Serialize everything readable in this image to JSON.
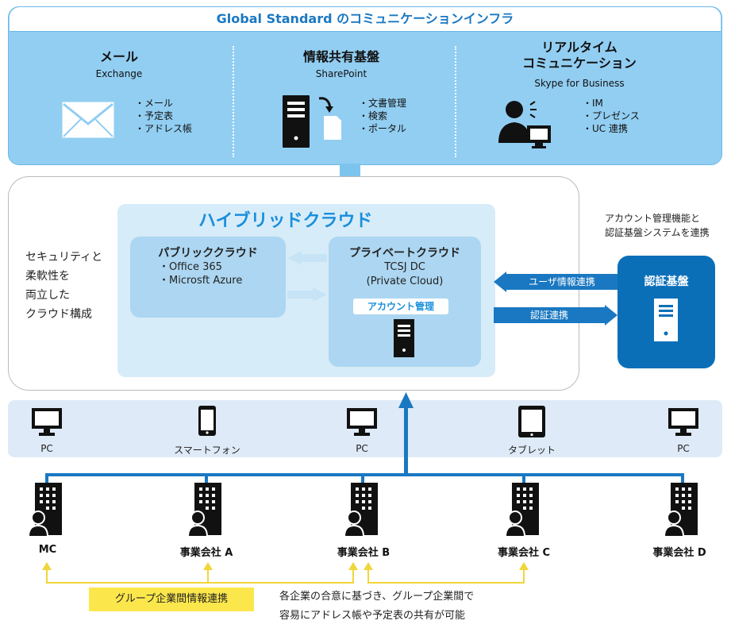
{
  "top_panel": {
    "title": "Global Standard のコミュニケーションインフラ",
    "columns": [
      {
        "title": "メール",
        "product": "Exchange",
        "icon": "envelope-icon",
        "features": [
          "・メール",
          "・予定表",
          "・アドレス帳"
        ]
      },
      {
        "title": "情報共有基盤",
        "product": "SharePoint",
        "icon": "server-document-icon",
        "features": [
          "・文書管理",
          "・検索",
          "・ポータル"
        ]
      },
      {
        "title_line1": "リアルタイム",
        "title_line2": "コミュニケーション",
        "product": "Skype for Business",
        "icon": "user-monitor-icon",
        "features": [
          "・IM",
          "・プレゼンス",
          "・UC 連携"
        ]
      }
    ]
  },
  "cloud": {
    "description": [
      "セキュリティと",
      "柔軟性を",
      "両立した",
      "クラウド構成"
    ],
    "hybrid_title": "ハイブリッドクラウド",
    "public": {
      "title": "パブリッククラウド",
      "items": [
        "・Office 365",
        "・Microsft Azure"
      ]
    },
    "private": {
      "title": "プライベートクラウド",
      "line1": "TCSJ DC",
      "line2": "(Private Cloud)",
      "account_label": "アカウント管理"
    }
  },
  "auth": {
    "note_line1": "アカウント管理機能と",
    "note_line2": "認証基盤システムを連携",
    "title": "認証基盤",
    "arrow_user_sync": "ユーザ情報連携",
    "arrow_auth_sync": "認証連携"
  },
  "devices": [
    "PC",
    "スマートフォン",
    "PC",
    "タブレット",
    "PC"
  ],
  "companies": [
    "MC",
    "事業会社 A",
    "事業会社 B",
    "事業会社 C",
    "事業会社 D"
  ],
  "group_link": "グループ企業間情報連携",
  "bottom_note": [
    "各企業の合意に基づき、グループ企業間で",
    "容易にアドレス帳や予定表の共有が可能"
  ],
  "colors": {
    "top_panel": "#92cef2",
    "title_blue": "#1a78c2",
    "accent_blue": "#1a8fdb",
    "auth_dark": "#0b6fb8",
    "yellow": "#fbe74c"
  }
}
